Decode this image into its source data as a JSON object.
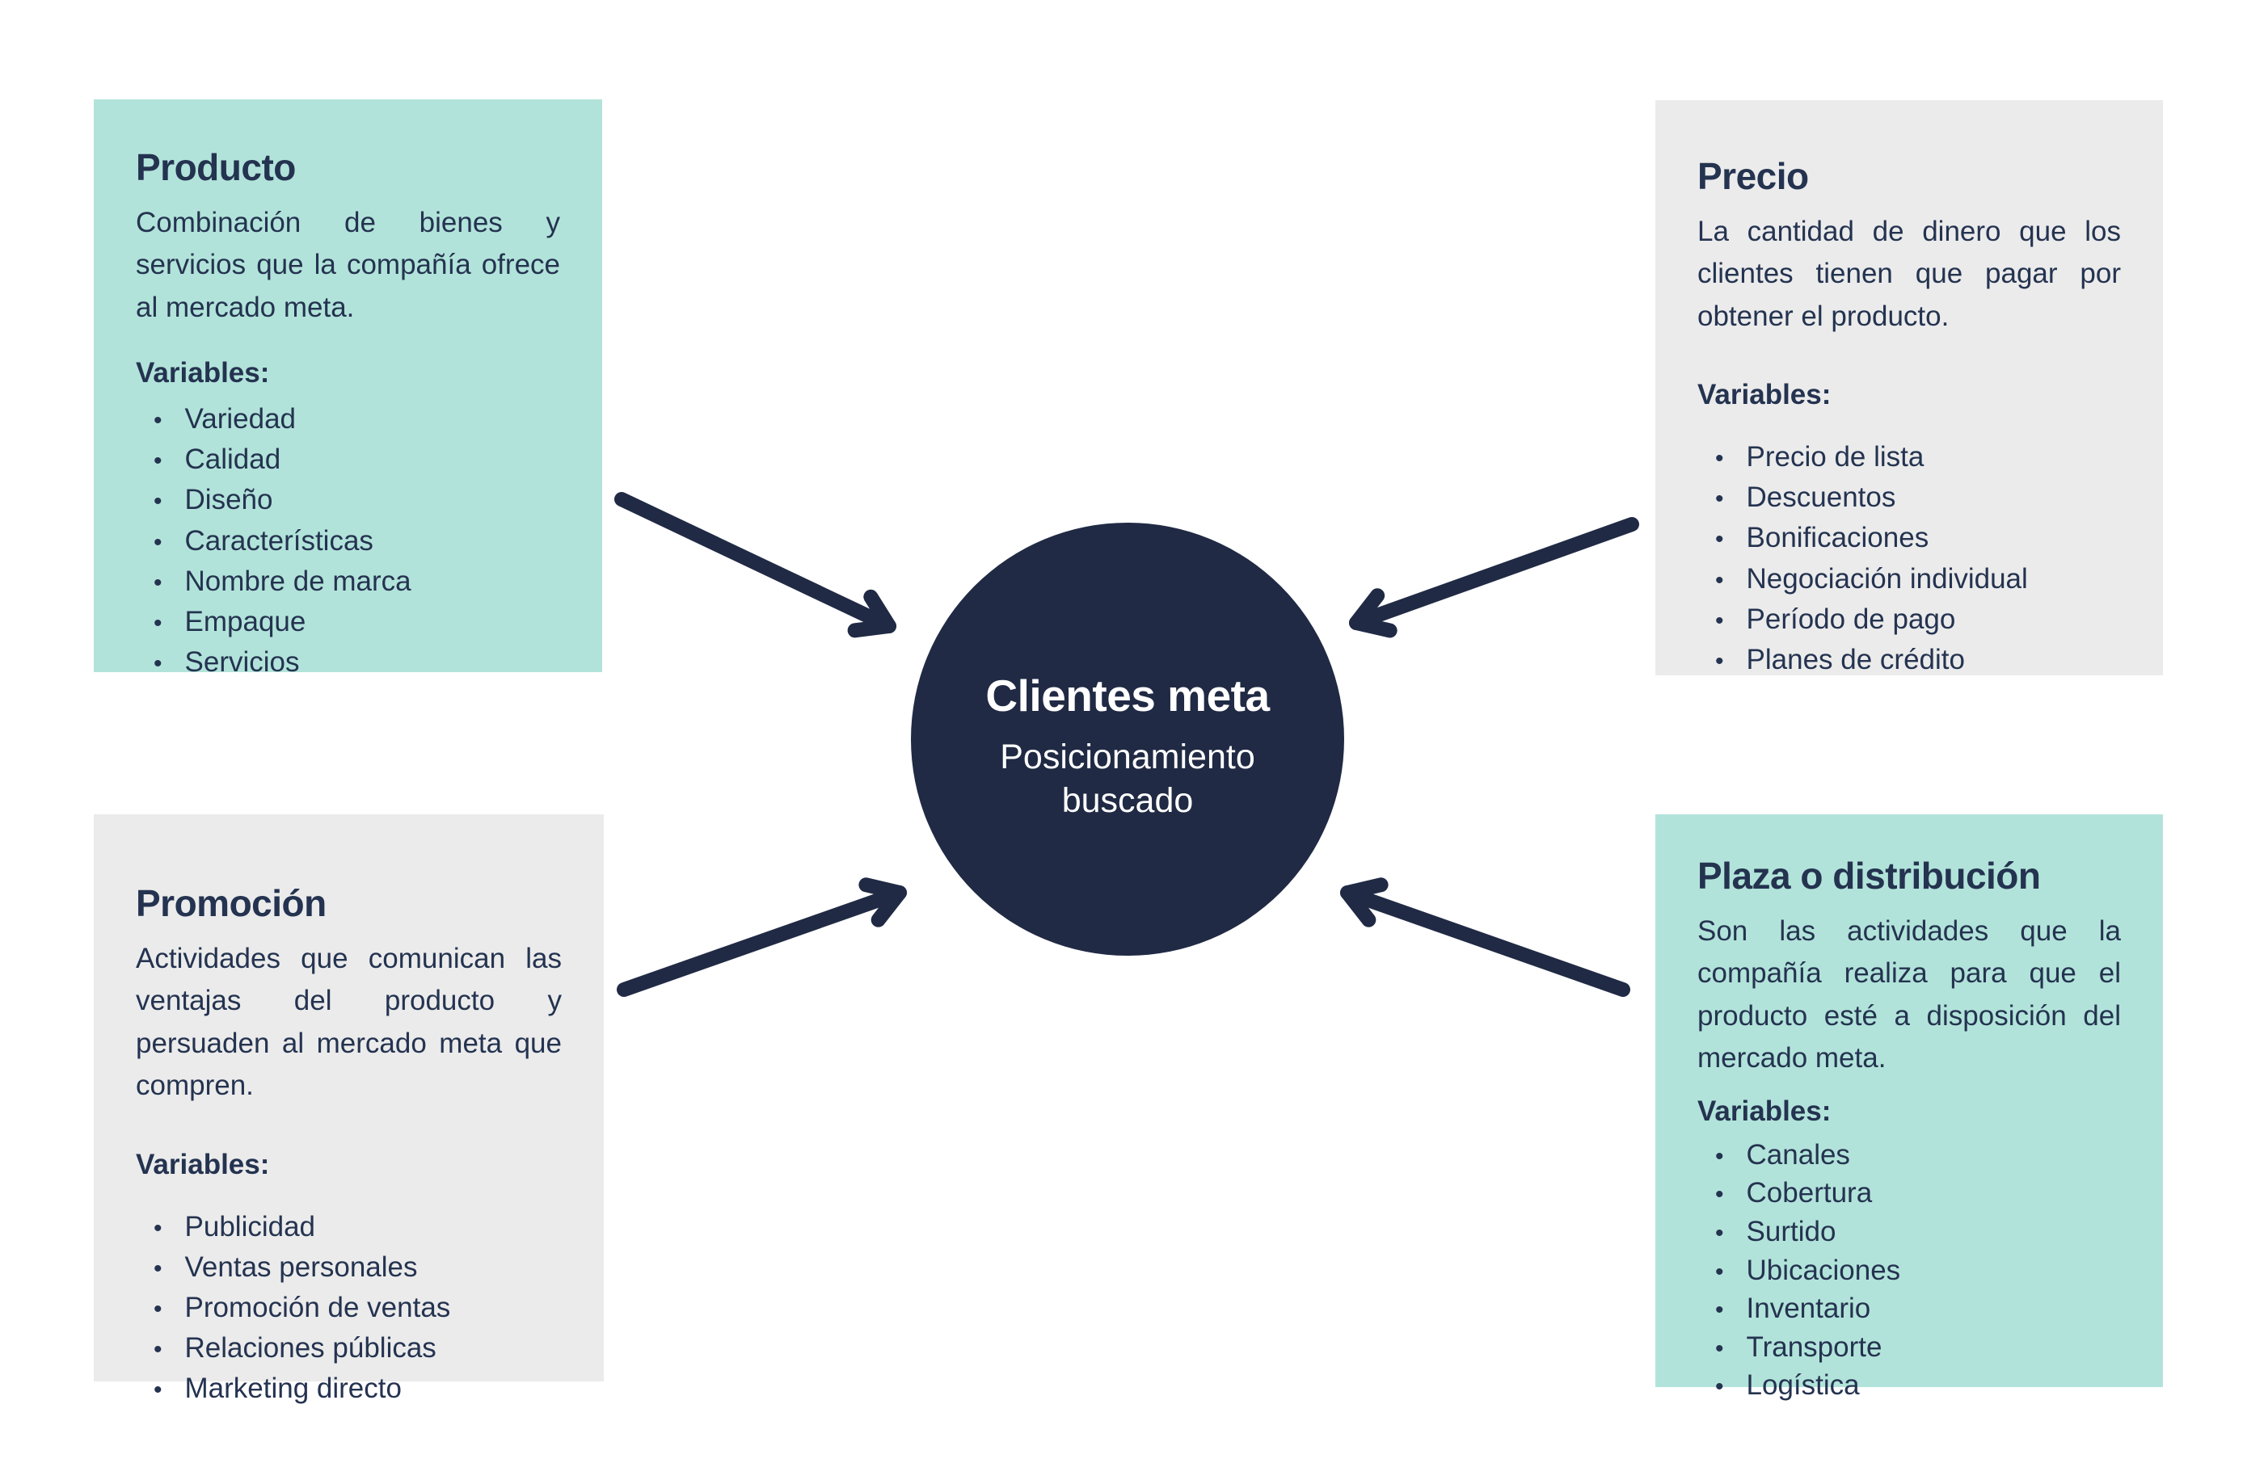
{
  "page": {
    "background": "#FFFFFF"
  },
  "colors": {
    "teal_box": "#B2E3DA",
    "gray_box": "#EBEBEB",
    "circle_navy": "#202A44",
    "arrow_navy": "#202A44",
    "text_navy": "#243350",
    "circle_text": "#FFFFFF"
  },
  "icons": {
    "bullet": "•"
  },
  "center": {
    "title": "Clientes meta",
    "subtitle": "Posicionamiento buscado"
  },
  "boxes": {
    "producto": {
      "title": "Producto",
      "description": "Combinación de bienes y servicios que la compañía ofrece al mercado meta.",
      "variables_label": "Variables:",
      "variables": [
        "Variedad",
        "Calidad",
        "Diseño",
        "Características",
        "Nombre de marca",
        "Empaque",
        "Servicios"
      ]
    },
    "precio": {
      "title": "Precio",
      "description": "La cantidad de dinero que los clientes tienen que pagar por obtener el producto.",
      "variables_label": "Variables:",
      "variables": [
        "Precio de lista",
        "Descuentos",
        "Bonificaciones",
        "Negociación individual",
        "Período de pago",
        "Planes de crédito"
      ]
    },
    "promocion": {
      "title": "Promoción",
      "description": "Actividades que comunican las ventajas del producto y persuaden al mercado meta que compren.",
      "variables_label": "Variables:",
      "variables": [
        "Publicidad",
        "Ventas personales",
        "Promoción de ventas",
        "Relaciones públicas",
        "Marketing directo"
      ]
    },
    "plaza": {
      "title": "Plaza o distribución",
      "description": "Son las actividades que la compañía realiza para que el producto esté a disposición del mercado meta.",
      "variables_label": "Variables:",
      "variables": [
        "Canales",
        "Cobertura",
        "Surtido",
        "Ubicaciones",
        "Inventario",
        "Transporte",
        "Logística"
      ]
    }
  }
}
